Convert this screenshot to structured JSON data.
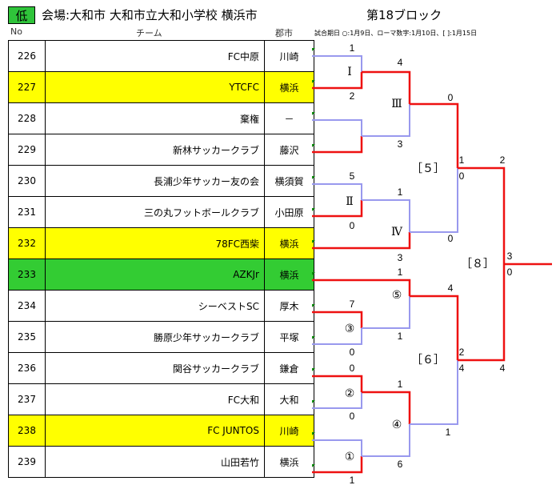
{
  "header": {
    "level": "低",
    "venue": "会場:大和市  大和市立大和小学校    横浜市",
    "block": "第18ブロック"
  },
  "columns": {
    "no": "No",
    "team": "チーム",
    "city": "郡市"
  },
  "note": "試合期日 ○:1月9日、ローマ数字:1月10日、[ ]:1月15日",
  "teams": [
    {
      "no": "226",
      "name": "FC中原",
      "city": "川崎",
      "hl": ""
    },
    {
      "no": "227",
      "name": "YTCFC",
      "city": "横浜",
      "hl": "yellow"
    },
    {
      "no": "228",
      "name": "棄権",
      "city": "－",
      "hl": ""
    },
    {
      "no": "229",
      "name": "新林サッカークラブ",
      "city": "藤沢",
      "hl": ""
    },
    {
      "no": "230",
      "name": "長浦少年サッカー友の会",
      "city": "横須賀",
      "hl": ""
    },
    {
      "no": "231",
      "name": "三の丸フットボールクラブ",
      "city": "小田原",
      "hl": ""
    },
    {
      "no": "232",
      "name": "78FC西柴",
      "city": "横浜",
      "hl": "yellow"
    },
    {
      "no": "233",
      "name": "AZKJr",
      "city": "横浜",
      "hl": "green"
    },
    {
      "no": "234",
      "name": "シーベストSC",
      "city": "厚木",
      "hl": ""
    },
    {
      "no": "235",
      "name": "勝原少年サッカークラブ",
      "city": "平塚",
      "hl": ""
    },
    {
      "no": "236",
      "name": "関谷サッカークラブ",
      "city": "鎌倉",
      "hl": ""
    },
    {
      "no": "237",
      "name": "FC大和",
      "city": "大和",
      "hl": ""
    },
    {
      "no": "238",
      "name": "FC JUNTOS",
      "city": "川崎",
      "hl": "yellow"
    },
    {
      "no": "239",
      "name": "山田若竹",
      "city": "横浜",
      "hl": ""
    }
  ],
  "bracket": {
    "match_labels": [
      "Ⅰ",
      "Ⅲ",
      "Ⅱ",
      "Ⅳ",
      "［５］",
      "［８］",
      "⑤",
      "③",
      "［６］",
      "②",
      "④",
      "①"
    ],
    "scores": [
      "1",
      "2",
      "4",
      "3",
      "0",
      "0",
      "5",
      "0",
      "1",
      "3",
      "1",
      "0",
      "2",
      "3",
      "0",
      "4",
      "7",
      "0",
      "1",
      "1",
      "4",
      "2",
      "4",
      "0",
      "0",
      "1",
      "1",
      "6",
      "1"
    ],
    "colors": {
      "winner": "#ee1111",
      "loser": "#9999ee"
    }
  }
}
